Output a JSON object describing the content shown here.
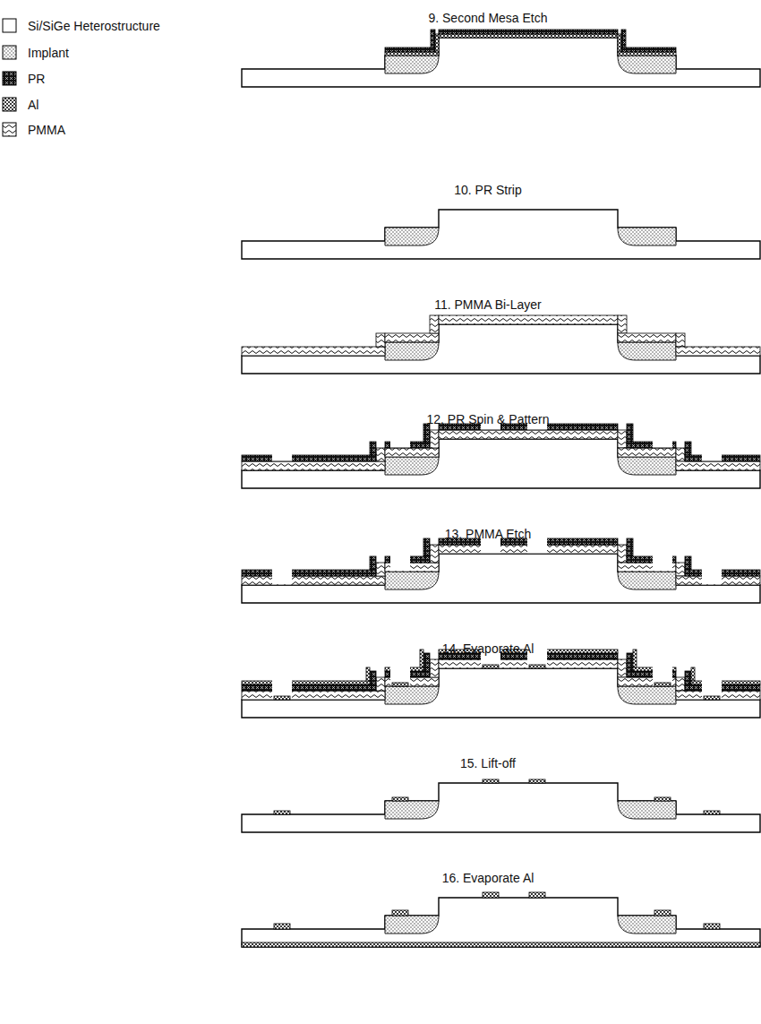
{
  "diagram": {
    "labels": [
      "9. Second Mesa Etch",
      "10. PR Strip",
      "11. PMMA Bi-Layer",
      "12. PR Spin & Pattern",
      "13. PMMA Etch",
      "14. Evaporate Al",
      "15. Lift-off",
      "16. Evaporate Al"
    ],
    "legend": [
      {
        "text": "Si/SiGe Heterostructure",
        "color": "#ffffff"
      },
      {
        "text": "Implant"
      },
      {
        "text": "PR"
      },
      {
        "text": "Al"
      },
      {
        "text": "PMMA"
      }
    ]
  }
}
